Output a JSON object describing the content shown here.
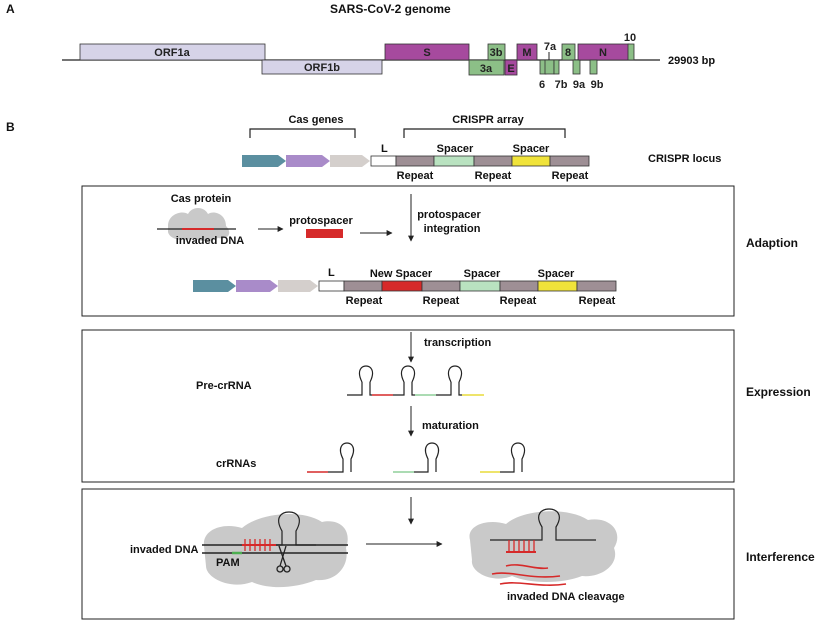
{
  "colors": {
    "orf1": "#d6d3e8",
    "spike_purple": "#a64a9e",
    "accessory_green": "#8cbf87",
    "cas_blue": "#5b8fa0",
    "cas_purple": "#a98bc9",
    "cas_grey": "#d4cfcc",
    "repeat_grey": "#9e8f95",
    "spacer_green": "#b9e2c0",
    "spacer_yellow": "#f0e33a",
    "spacer_red": "#d62a2a",
    "cell_grey": "#c9c9c9"
  },
  "panel_a": {
    "letter": "A",
    "title": "SARS-CoV-2 genome",
    "genome_length": "29903 bp",
    "genes": {
      "orf1a": "ORF1a",
      "orf1b": "ORF1b",
      "s": "S",
      "g3a": "3a",
      "g3b": "3b",
      "e": "E",
      "m": "M",
      "g6": "6",
      "g7a": "7a",
      "g7b": "7b",
      "g8": "8",
      "g9a": "9a",
      "g9b": "9b",
      "n": "N",
      "g10": "10"
    }
  },
  "panel_b": {
    "letter": "B",
    "cas_genes_label": "Cas genes",
    "crispr_array_label": "CRISPR array",
    "crispr_locus_label": "CRISPR locus",
    "leader": "L",
    "spacer": "Spacer",
    "new_spacer": "New Spacer",
    "repeat": "Repeat",
    "adaption": {
      "stage": "Adaption",
      "cas_protein": "Cas protein",
      "invaded_dna": "invaded DNA",
      "protospacer": "protospacer",
      "integration_line1": "protospacer",
      "integration_line2": "integration"
    },
    "expression": {
      "stage": "Expression",
      "transcription": "transcription",
      "pre_crrna": "Pre-crRNA",
      "maturation": "maturation",
      "crrnas": "crRNAs"
    },
    "interference": {
      "stage": "Interference",
      "invaded_dna": "invaded DNA",
      "pam": "PAM",
      "cleavage": "invaded DNA cleavage"
    }
  }
}
